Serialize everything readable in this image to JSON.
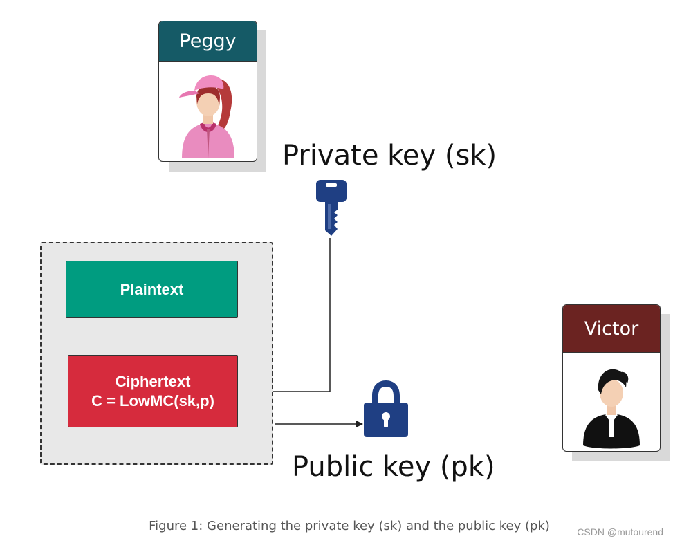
{
  "actors": {
    "prover": {
      "name": "Peggy",
      "header_color": "#155a66"
    },
    "verifier": {
      "name": "Victor",
      "header_color": "#6b2321"
    }
  },
  "labels": {
    "private_key": "Private key (sk)",
    "public_key": "Public key (pk)"
  },
  "steps": {
    "plaintext": {
      "label": "Plaintext",
      "color": "#009c80"
    },
    "ciphertext": {
      "line1": "Ciphertext",
      "line2": "C = LowMC(sk,p)",
      "color": "#d62b3d"
    }
  },
  "icons": {
    "private_key": "key-icon",
    "public_key": "padlock-icon",
    "icon_color": "#1f3f83"
  },
  "caption": "Figure 1: Generating the private key (sk) and the public key (pk)",
  "watermark": "CSDN @mutourend"
}
